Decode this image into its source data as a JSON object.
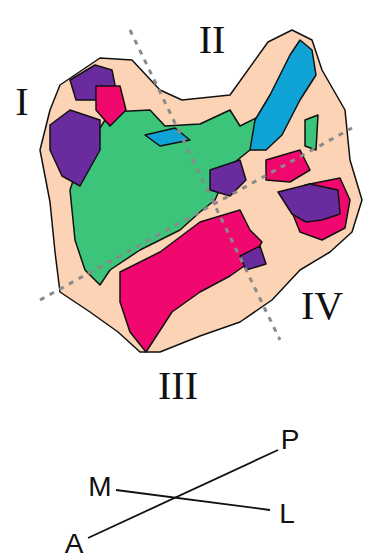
{
  "diagram": {
    "labels": [
      "I",
      "II",
      "III",
      "IV",
      "P",
      "M",
      "L",
      "A"
    ]
  }
}
